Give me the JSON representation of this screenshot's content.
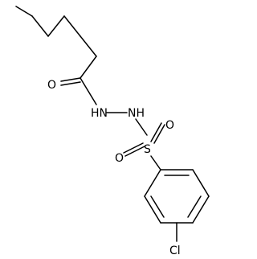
{
  "molecule": {
    "atoms": {
      "O": "O",
      "HN1": "HN",
      "NH2": "NH",
      "S": "S",
      "O_left": "O",
      "O_right": "O",
      "Cl": "Cl"
    },
    "colors": {
      "bond": "#000000",
      "text": "#000000",
      "background": "#ffffff"
    }
  }
}
